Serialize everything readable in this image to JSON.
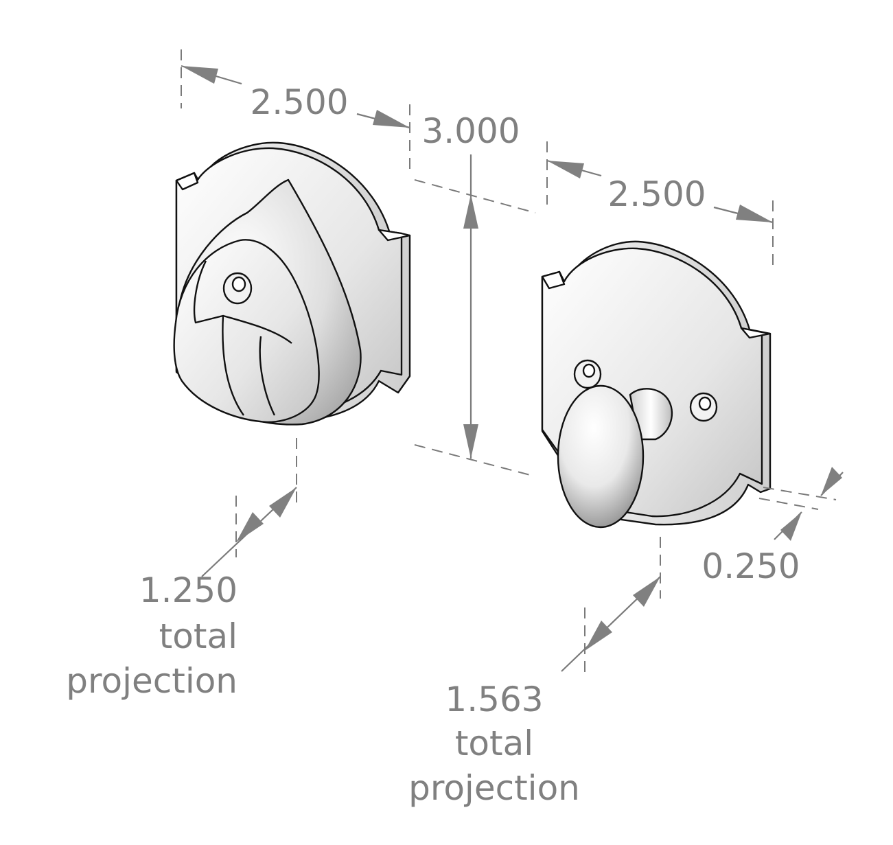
{
  "drawing": {
    "left_width": "2.500",
    "height": "3.000",
    "right_width": "2.500",
    "plate_thickness": "0.250",
    "left_projection": {
      "value": "1.250",
      "line1": "total",
      "line2": "projection"
    },
    "right_projection": {
      "value": "1.563",
      "line1": "total",
      "line2": "projection"
    }
  }
}
